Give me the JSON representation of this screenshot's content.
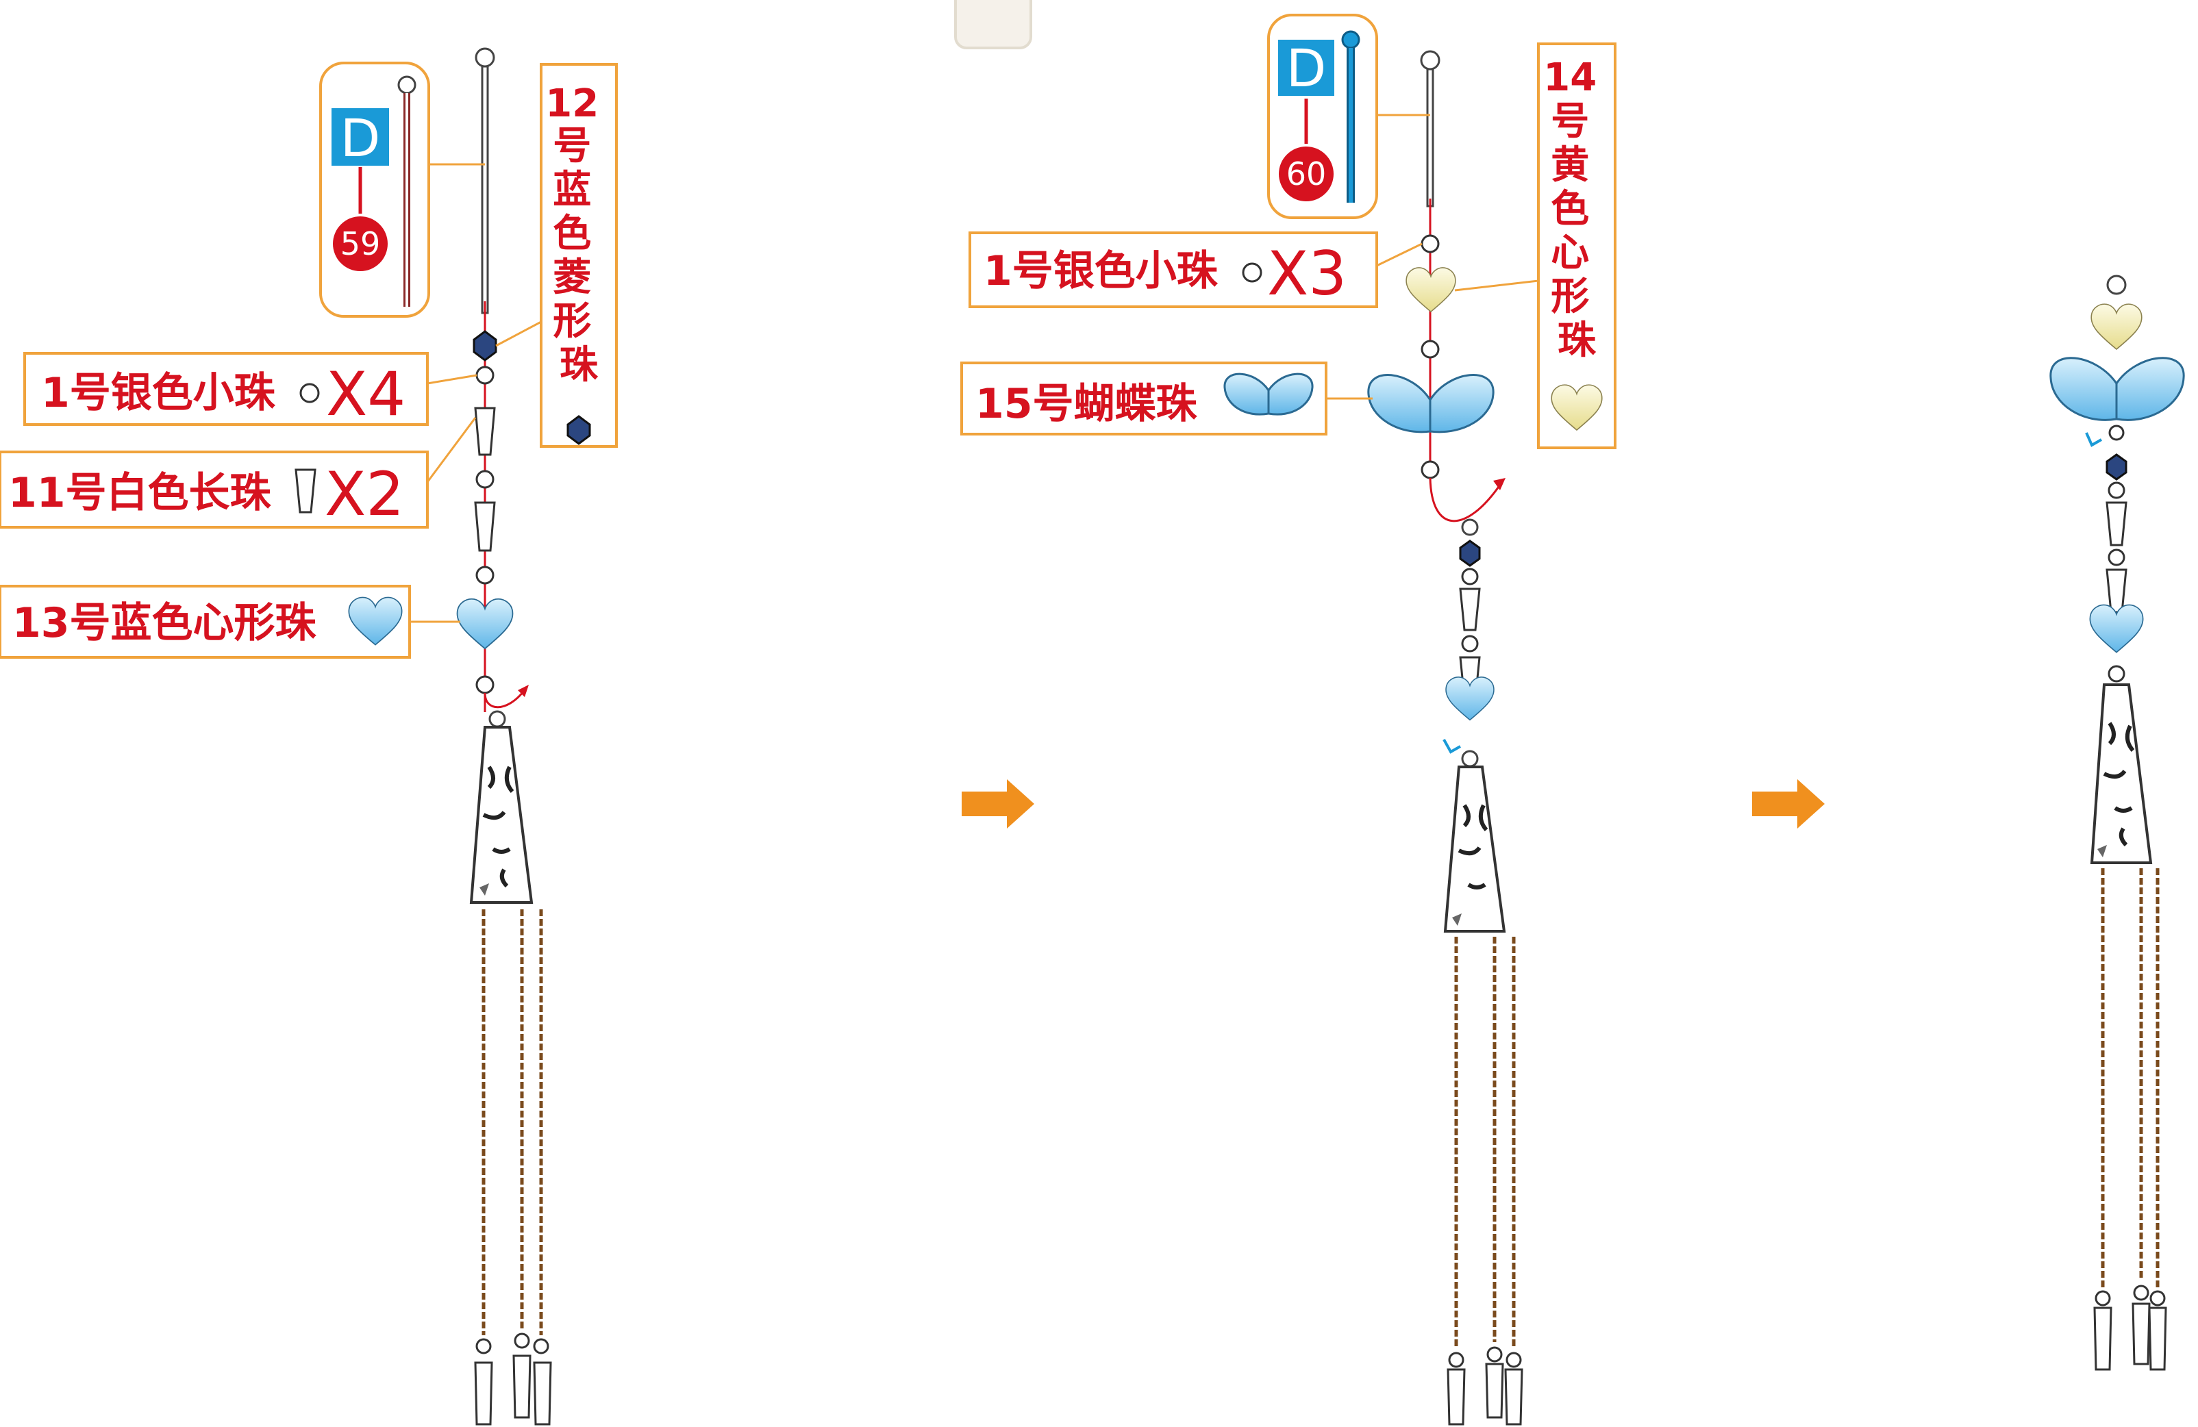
{
  "colors": {
    "label_red": "#d6121f",
    "box_orange": "#f0a33c",
    "d_blue": "#1a9ad7",
    "badge_red": "#d6121f",
    "arrow_orange": "#f0901e",
    "blue_bead": "#7cc4ee",
    "yellow_bead": "#f3ecb0",
    "chain_brown": "#7a4a1c"
  },
  "steps": [
    {
      "pin": {
        "letter": "D",
        "number": "59"
      },
      "labels": {
        "blue_diamond": "12号蓝色菱形珠",
        "silver_small": "1号银色小珠",
        "silver_small_qty": "X4",
        "white_long": "11号白色长珠",
        "white_long_qty": "X2",
        "blue_heart": "13号蓝色心形珠"
      }
    },
    {
      "pin": {
        "letter": "D",
        "number": "60"
      },
      "labels": {
        "silver_small": "1号银色小珠",
        "silver_small_qty": "X3",
        "yellow_heart": "14号黄色心形珠",
        "butterfly": "15号蝴蝶珠"
      }
    },
    {
      "result": "finished-pendant"
    }
  ],
  "arrows": [
    "step1-to-step2",
    "step2-to-step3"
  ]
}
